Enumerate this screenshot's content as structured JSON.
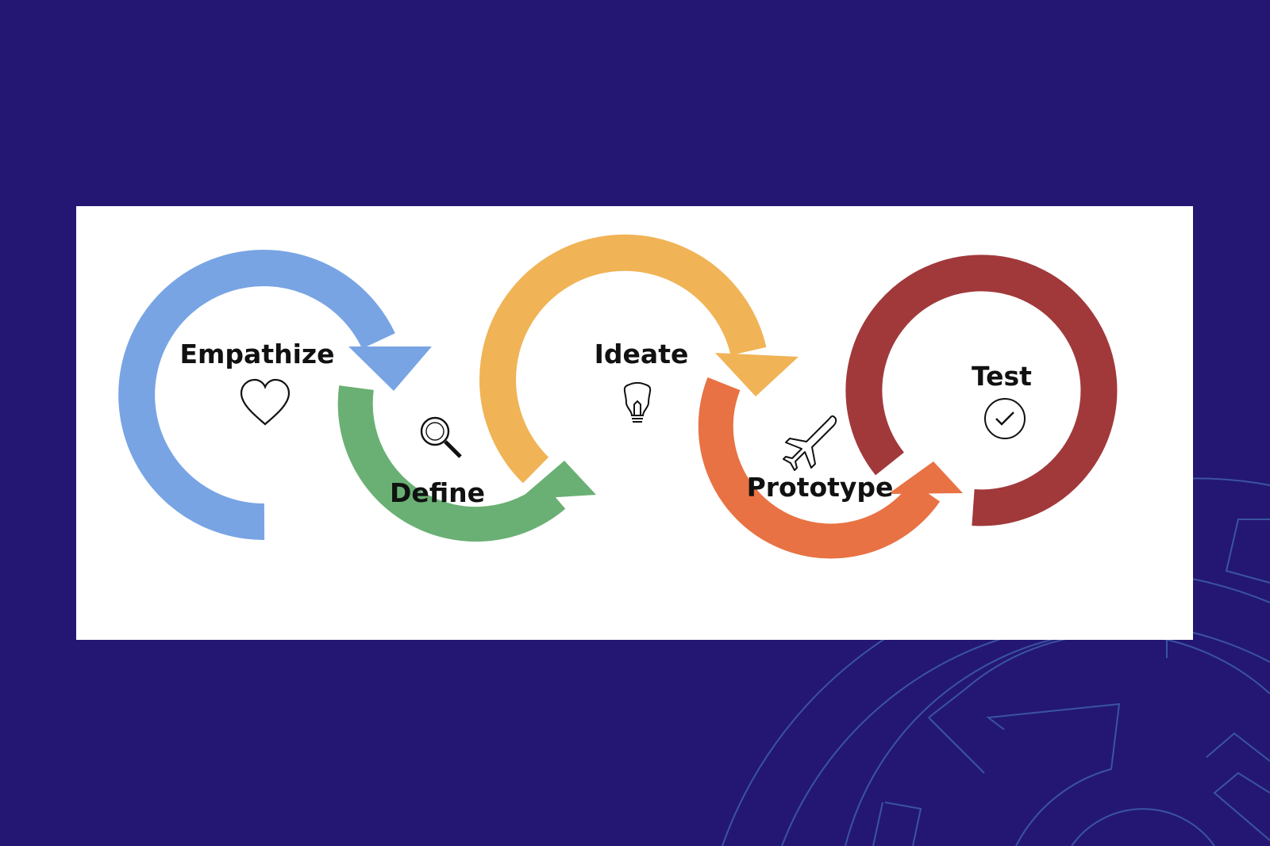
{
  "background_color": "#241774",
  "card_color": "#ffffff",
  "stages": [
    {
      "label": "Empathize",
      "color": "#78a4e4",
      "icon": "heart-icon"
    },
    {
      "label": "Define",
      "color": "#6ab074",
      "icon": "magnifier-icon"
    },
    {
      "label": "Ideate",
      "color": "#f0b356",
      "icon": "lightbulb-icon"
    },
    {
      "label": "Prototype",
      "color": "#e87243",
      "icon": "airplane-icon"
    },
    {
      "label": "Test",
      "color": "#a1393b",
      "icon": "check-circle-icon"
    }
  ]
}
